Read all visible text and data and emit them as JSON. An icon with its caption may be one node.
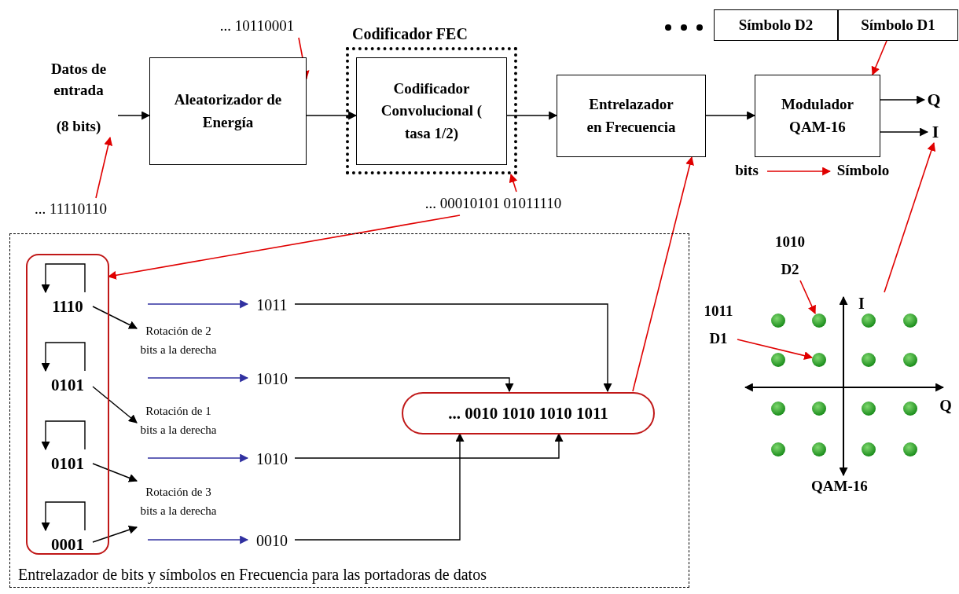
{
  "diagram": {
    "nodes": [
      {
        "text": [
          "Datos de entrada",
          "(8 bits)"
        ]
      },
      {
        "text": [
          "Aleatorizador de Energía"
        ]
      },
      {
        "text": [
          "Codificador FEC"
        ]
      },
      {
        "text": [
          "Codificador Convolucional ( tasa 1/2)"
        ],
        "in": 2
      },
      {
        "text": [
          "Entrelazador en Frecuencia"
        ]
      },
      {
        "text": [
          "Modulador QAM-16"
        ]
      },
      {
        "text": [
          "Q"
        ]
      },
      {
        "text": [
          "I"
        ]
      },
      {
        "text": [
          "... 11110110"
        ]
      },
      {
        "text": [
          "... 10110001"
        ]
      },
      {
        "text": [
          "... 00010101 01011110"
        ]
      },
      {
        "text": [
          "Entrelazador de bits y símbolos en Frecuencia para las portadoras de datos"
        ]
      },
      {
        "text": [],
        "shape": "box",
        "in": 11
      },
      {
        "text": [
          "1110"
        ],
        "in": 12
      },
      {
        "text": [
          "0101"
        ],
        "in": 12
      },
      {
        "text": [
          "0101"
        ],
        "in": 12
      },
      {
        "text": [
          "0001"
        ],
        "in": 12
      },
      {
        "text": [
          "Rotación de 2 bits a la derecha"
        ],
        "in": 11
      },
      {
        "text": [
          "Rotación de 1 bits a la derecha"
        ],
        "in": 11
      },
      {
        "text": [
          "Rotación de 3 bits a la derecha"
        ],
        "in": 11
      },
      {
        "text": [
          "1011"
        ],
        "in": 11
      },
      {
        "text": [
          "1010"
        ],
        "in": 11
      },
      {
        "text": [
          "1010"
        ],
        "in": 11
      },
      {
        "text": [
          "0010"
        ],
        "in": 11
      },
      {
        "text": [
          "... 0010 1010 1010 1011"
        ],
        "in": 11
      },
      {
        "text": [
          "Símbolo D2"
        ]
      },
      {
        "text": [
          "Símbolo D1"
        ]
      },
      {
        "text": [
          "bits"
        ]
      },
      {
        "text": [
          "Símbolo"
        ]
      },
      {
        "text": [
          "QAM-16"
        ]
      },
      {
        "text": [],
        "shape": "circle",
        "in": 29
      },
      {
        "text": [],
        "shape": "circle",
        "in": 29
      },
      {
        "text": [],
        "shape": "circle",
        "in": 29
      },
      {
        "text": [],
        "shape": "circle",
        "in": 29
      },
      {
        "text": [],
        "shape": "circle",
        "in": 29
      },
      {
        "text": [],
        "shape": "circle",
        "in": 29
      },
      {
        "text": [],
        "shape": "circle",
        "in": 29
      },
      {
        "text": [],
        "shape": "circle",
        "in": 29
      },
      {
        "text": [],
        "shape": "circle",
        "in": 29
      },
      {
        "text": [],
        "shape": "circle",
        "in": 29
      },
      {
        "text": [],
        "shape": "circle",
        "in": 29
      },
      {
        "text": [],
        "shape": "circle",
        "in": 29
      },
      {
        "text": [],
        "shape": "circle",
        "in": 29
      },
      {
        "text": [],
        "shape": "circle",
        "in": 29
      },
      {
        "text": [],
        "shape": "circle",
        "in": 29
      },
      {
        "text": [],
        "shape": "circle",
        "in": 29
      },
      {
        "text": [
          "1010",
          "D2"
        ]
      },
      {
        "text": [
          "1011",
          "D1"
        ]
      }
    ],
    "edges": [
      {
        "from": 0,
        "to": 1,
        "arrow": "to"
      },
      {
        "from": 1,
        "to": 3,
        "arrow": "to"
      },
      {
        "from": 3,
        "to": 4,
        "arrow": "to"
      },
      {
        "from": 4,
        "to": 5,
        "arrow": "to"
      },
      {
        "from": 5,
        "to": 6,
        "arrow": "to"
      },
      {
        "from": 5,
        "to": 7,
        "arrow": "to"
      },
      {
        "from": 8,
        "to": 0,
        "arrow": "to",
        "color": "#e00000"
      },
      {
        "from": 9,
        "to": 1,
        "arrow": "to",
        "color": "#e00000"
      },
      {
        "from": 10,
        "to": 2,
        "arrow": "to",
        "color": "#e00000"
      },
      {
        "from": 10,
        "to": 12,
        "arrow": "to",
        "color": "#e00000"
      },
      {
        "from": 24,
        "to": 4,
        "arrow": "to",
        "color": "#e00000"
      },
      {
        "from": 26,
        "to": 5,
        "arrow": "to",
        "color": "#e00000"
      },
      {
        "from": 27,
        "to": 28,
        "arrow": "to",
        "color": "#e00000"
      },
      {
        "from": 29,
        "to": 7,
        "arrow": "to",
        "color": "#e00000"
      },
      {
        "from": 46,
        "to": 31,
        "arrow": "to",
        "color": "#e00000"
      },
      {
        "from": 47,
        "to": 35,
        "arrow": "to",
        "color": "#e00000"
      },
      {
        "from": null,
        "to": 20,
        "arrow": "to",
        "color": "#3030a0"
      },
      {
        "from": null,
        "to": 21,
        "arrow": "to",
        "color": "#3030a0"
      },
      {
        "from": null,
        "to": 22,
        "arrow": "to",
        "color": "#3030a0"
      },
      {
        "from": null,
        "to": 23,
        "arrow": "to",
        "color": "#3030a0"
      },
      {
        "from": 13,
        "to": 17,
        "arrow": "to"
      },
      {
        "from": 14,
        "to": 18,
        "arrow": "to"
      },
      {
        "from": 15,
        "to": 19,
        "arrow": "to"
      },
      {
        "from": 16,
        "to": 19,
        "arrow": "to"
      },
      {
        "from": 20,
        "to": 24,
        "arrow": "to"
      },
      {
        "from": 21,
        "to": 24,
        "arrow": "to"
      },
      {
        "from": 22,
        "to": 24,
        "arrow": "to"
      },
      {
        "from": 23,
        "to": 24,
        "arrow": "to"
      },
      {
        "from": 13,
        "to": 13,
        "arrow": "to"
      },
      {
        "from": 14,
        "to": 14,
        "arrow": "to"
      },
      {
        "from": 15,
        "to": 15,
        "arrow": "to"
      },
      {
        "from": 16,
        "to": 16,
        "arrow": "to"
      }
    ],
    "labels": [
      "I",
      "Q"
    ]
  }
}
